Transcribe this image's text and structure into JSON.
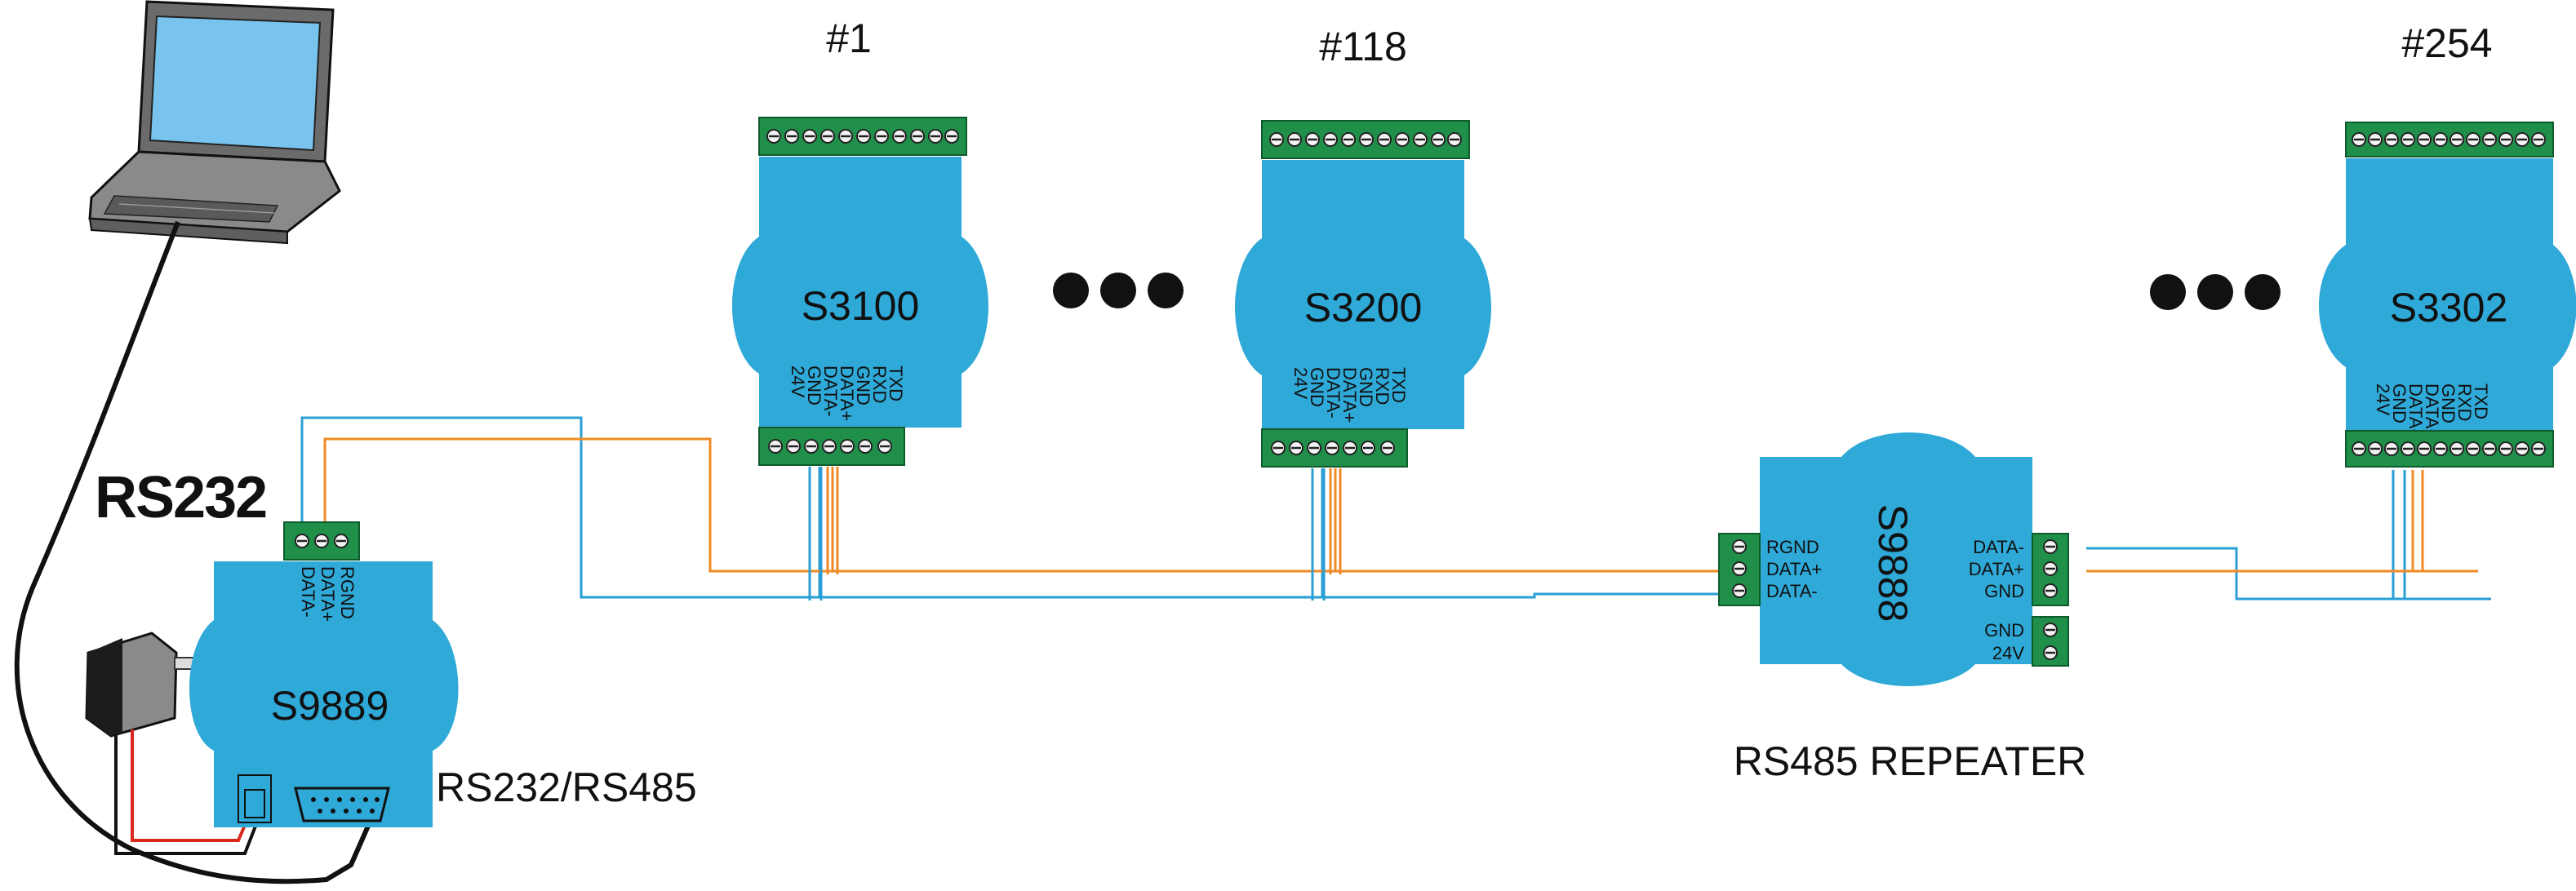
{
  "labels": {
    "rs232": "RS232",
    "rs232_rs485": "RS232/RS485",
    "repeater": "RS485 REPEATER"
  },
  "nodes": {
    "n1": "#1",
    "n118": "#118",
    "n254": "#254"
  },
  "modules": {
    "converter": {
      "name": "S9889",
      "pins": [
        "RGND",
        "DATA+",
        "DATA-"
      ]
    },
    "s3100": {
      "name": "S3100",
      "pins": [
        "TXD",
        "RXD",
        "GND",
        "DATA+",
        "DATA-",
        "GND",
        "24V"
      ]
    },
    "s3200": {
      "name": "S3200",
      "pins": [
        "TXD",
        "RXD",
        "GND",
        "DATA+",
        "DATA-",
        "GND",
        "24V"
      ]
    },
    "s3302": {
      "name": "S3302",
      "pins": [
        "TXD",
        "RXD",
        "GND",
        "DATA+",
        "DATA-",
        "GND",
        "24V"
      ]
    },
    "repeater": {
      "name": "S9888",
      "left_pins": [
        "RGND",
        "DATA+",
        "DATA-"
      ],
      "right_pins": [
        "DATA-",
        "DATA+",
        "GND"
      ],
      "power_pins": [
        "GND",
        "24V"
      ]
    }
  },
  "colors": {
    "module": "#2ea9d8",
    "terminal": "#1f8f4a",
    "wire_data_plus": "#f08a24",
    "wire_data_minus": "#2a9fd6",
    "cable": "#111111",
    "power_red": "#d9271e"
  }
}
